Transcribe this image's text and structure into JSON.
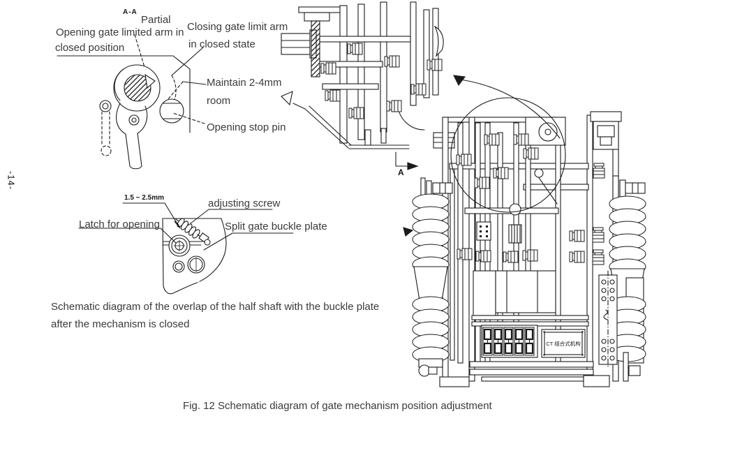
{
  "page": {
    "page_number": "-14-",
    "figure_caption": "Fig. 12 Schematic diagram of gate mechanism position adjustment"
  },
  "aa_view": {
    "view_label": "A-A",
    "view_type": "Partial",
    "label_opening_arm_line1": "Opening gate limited arm in",
    "label_opening_arm_line2": "closed position",
    "label_closing_arm_line1": "Closing gate limit arm",
    "label_closing_arm_line2": "in closed state",
    "label_gap_line1": "Maintain 2-4mm",
    "label_gap_line2": "room",
    "label_stop_pin": "Opening stop pin"
  },
  "latch_view": {
    "dimension_label": "1.5 ~ 2.5mm",
    "label_adjusting_screw": "adjusting screw",
    "label_latch": "Latch for opening",
    "label_buckle_plate": "Split gate buckle plate",
    "caption_line1": "Schematic diagram of the overlap of the half shaft with the buckle plate",
    "caption_line2": "after the mechanism is closed"
  },
  "assembly_view": {
    "section_arrow_label": "A",
    "nameplate_text": "CT 组合式机构"
  }
}
